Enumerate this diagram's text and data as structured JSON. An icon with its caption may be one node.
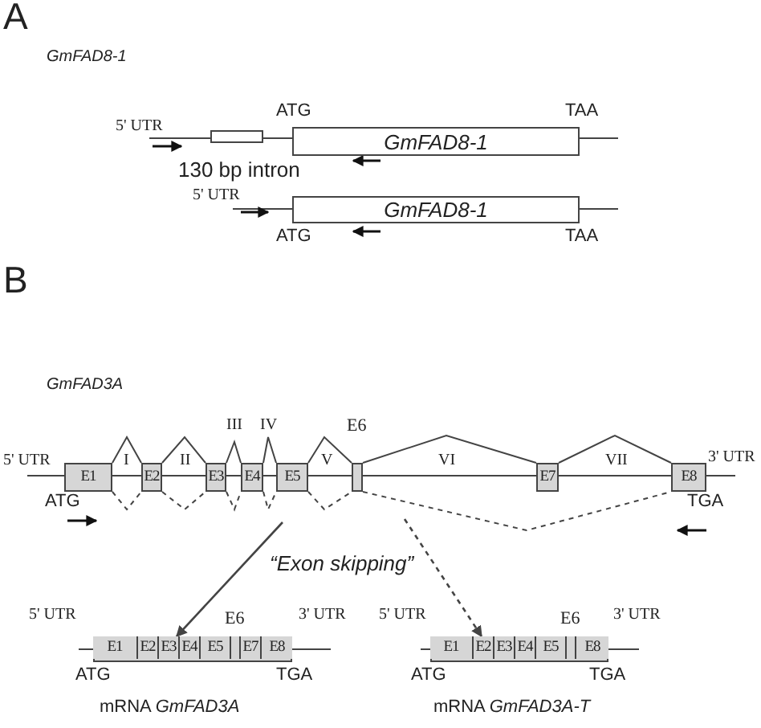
{
  "diagram": {
    "nodes": [
      {
        "text": [],
        "shape": "box"
      },
      {
        "text": [
          "GmFAD8-1"
        ]
      },
      {
        "text": [
          "GmFAD8-1"
        ]
      },
      {
        "text": [
          "E1"
        ]
      },
      {
        "text": [
          "E2"
        ]
      },
      {
        "text": [
          "E3"
        ]
      },
      {
        "text": [
          "E4"
        ]
      },
      {
        "text": [
          "E5"
        ]
      },
      {
        "text": [],
        "shape": "box",
        "beside": [
          "E6"
        ]
      },
      {
        "text": [
          "E7"
        ]
      },
      {
        "text": [
          "E8"
        ]
      },
      {
        "text": [],
        "shape": "box"
      },
      {
        "text": [
          "E1"
        ],
        "in": 11
      },
      {
        "text": [
          "E2"
        ],
        "in": 11
      },
      {
        "text": [
          "E3"
        ],
        "in": 11
      },
      {
        "text": [
          "E4"
        ],
        "in": 11
      },
      {
        "text": [
          "E5"
        ],
        "in": 11
      },
      {
        "text": [],
        "shape": "box",
        "in": 11,
        "beside": [
          "E6"
        ]
      },
      {
        "text": [
          "E7"
        ],
        "in": 11
      },
      {
        "text": [
          "E8"
        ],
        "in": 11
      },
      {
        "text": [],
        "shape": "box"
      },
      {
        "text": [
          "E1"
        ],
        "in": 20
      },
      {
        "text": [
          "E2"
        ],
        "in": 20
      },
      {
        "text": [
          "E3"
        ],
        "in": 20
      },
      {
        "text": [
          "E4"
        ],
        "in": 20
      },
      {
        "text": [
          "E5"
        ],
        "in": 20
      },
      {
        "text": [],
        "shape": "box",
        "in": 20,
        "beside": [
          "E6"
        ]
      },
      {
        "text": [
          "E8"
        ],
        "in": 20
      }
    ],
    "edges": [
      {
        "from": 3,
        "to": 4,
        "arrow": "none",
        "label": "I"
      },
      {
        "from": 4,
        "to": 5,
        "arrow": "none",
        "label": "II"
      },
      {
        "from": 5,
        "to": 6,
        "arrow": "none",
        "label": "III"
      },
      {
        "from": 6,
        "to": 7,
        "arrow": "none",
        "label": "IV"
      },
      {
        "from": 7,
        "to": 8,
        "arrow": "none",
        "label": "V"
      },
      {
        "from": 8,
        "to": 9,
        "arrow": "none",
        "label": "VI"
      },
      {
        "from": 9,
        "to": 10,
        "arrow": "none",
        "label": "VII"
      },
      {
        "from": 3,
        "to": 4,
        "arrow": "none",
        "style": "dashed"
      },
      {
        "from": 4,
        "to": 5,
        "arrow": "none",
        "style": "dashed"
      },
      {
        "from": 5,
        "to": 6,
        "arrow": "none",
        "style": "dashed"
      },
      {
        "from": 6,
        "to": 7,
        "arrow": "none",
        "style": "dashed"
      },
      {
        "from": 7,
        "to": 8,
        "arrow": "none",
        "style": "dashed"
      },
      {
        "from": 8,
        "to": 10,
        "arrow": "none",
        "style": "dashed"
      },
      {
        "from": null,
        "to": 11,
        "arrow": "to"
      },
      {
        "from": null,
        "to": 20,
        "arrow": "to",
        "style": "dashed"
      }
    ],
    "labels": [
      "A",
      "GmFAD8-1",
      "ATG",
      "TAA",
      "5' UTR",
      "130 bp intron",
      "5' UTR",
      "ATG",
      "TAA",
      "B",
      "GmFAD3A",
      "5' UTR",
      "3' UTR",
      "ATG",
      "TGA",
      "“Exon skipping”",
      "5' UTR",
      "3' UTR",
      "5' UTR",
      "3' UTR",
      "ATG",
      "TGA",
      "ATG",
      "TGA",
      "mRNA *GmFAD3A*",
      "mRNA *GmFAD3A-T*"
    ]
  }
}
